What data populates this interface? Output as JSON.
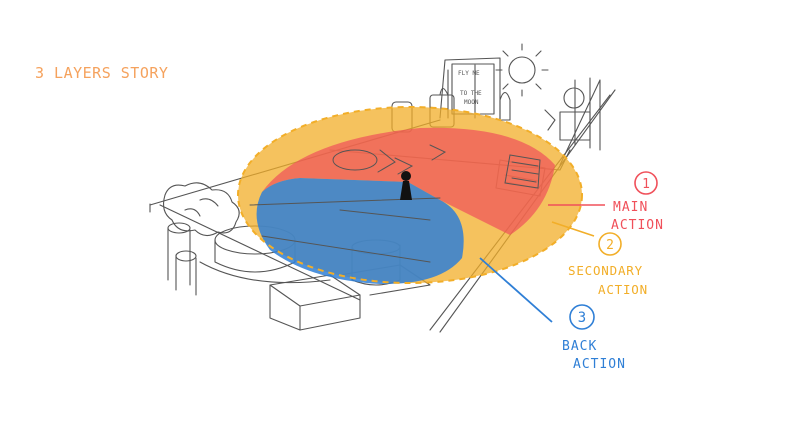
{
  "title": "3 LAYERS STORY",
  "colors": {
    "main": "#f0505a",
    "secondary": "#f2ae28",
    "back": "#2f7fd6",
    "title": "#f5a25d",
    "sketch": "#555555"
  },
  "layers": [
    {
      "number": "1",
      "label_line1": "MAIN",
      "label_line2": "ACTION"
    },
    {
      "number": "2",
      "label_line1": "SECONDARY",
      "label_line2": "ACTION"
    },
    {
      "number": "3",
      "label_line1": "BACK",
      "label_line2": "ACTION"
    }
  ],
  "sketch_texts": {
    "poster_line1": "FLY ME",
    "poster_line2": "TO THE",
    "poster_line3": "MOON"
  }
}
